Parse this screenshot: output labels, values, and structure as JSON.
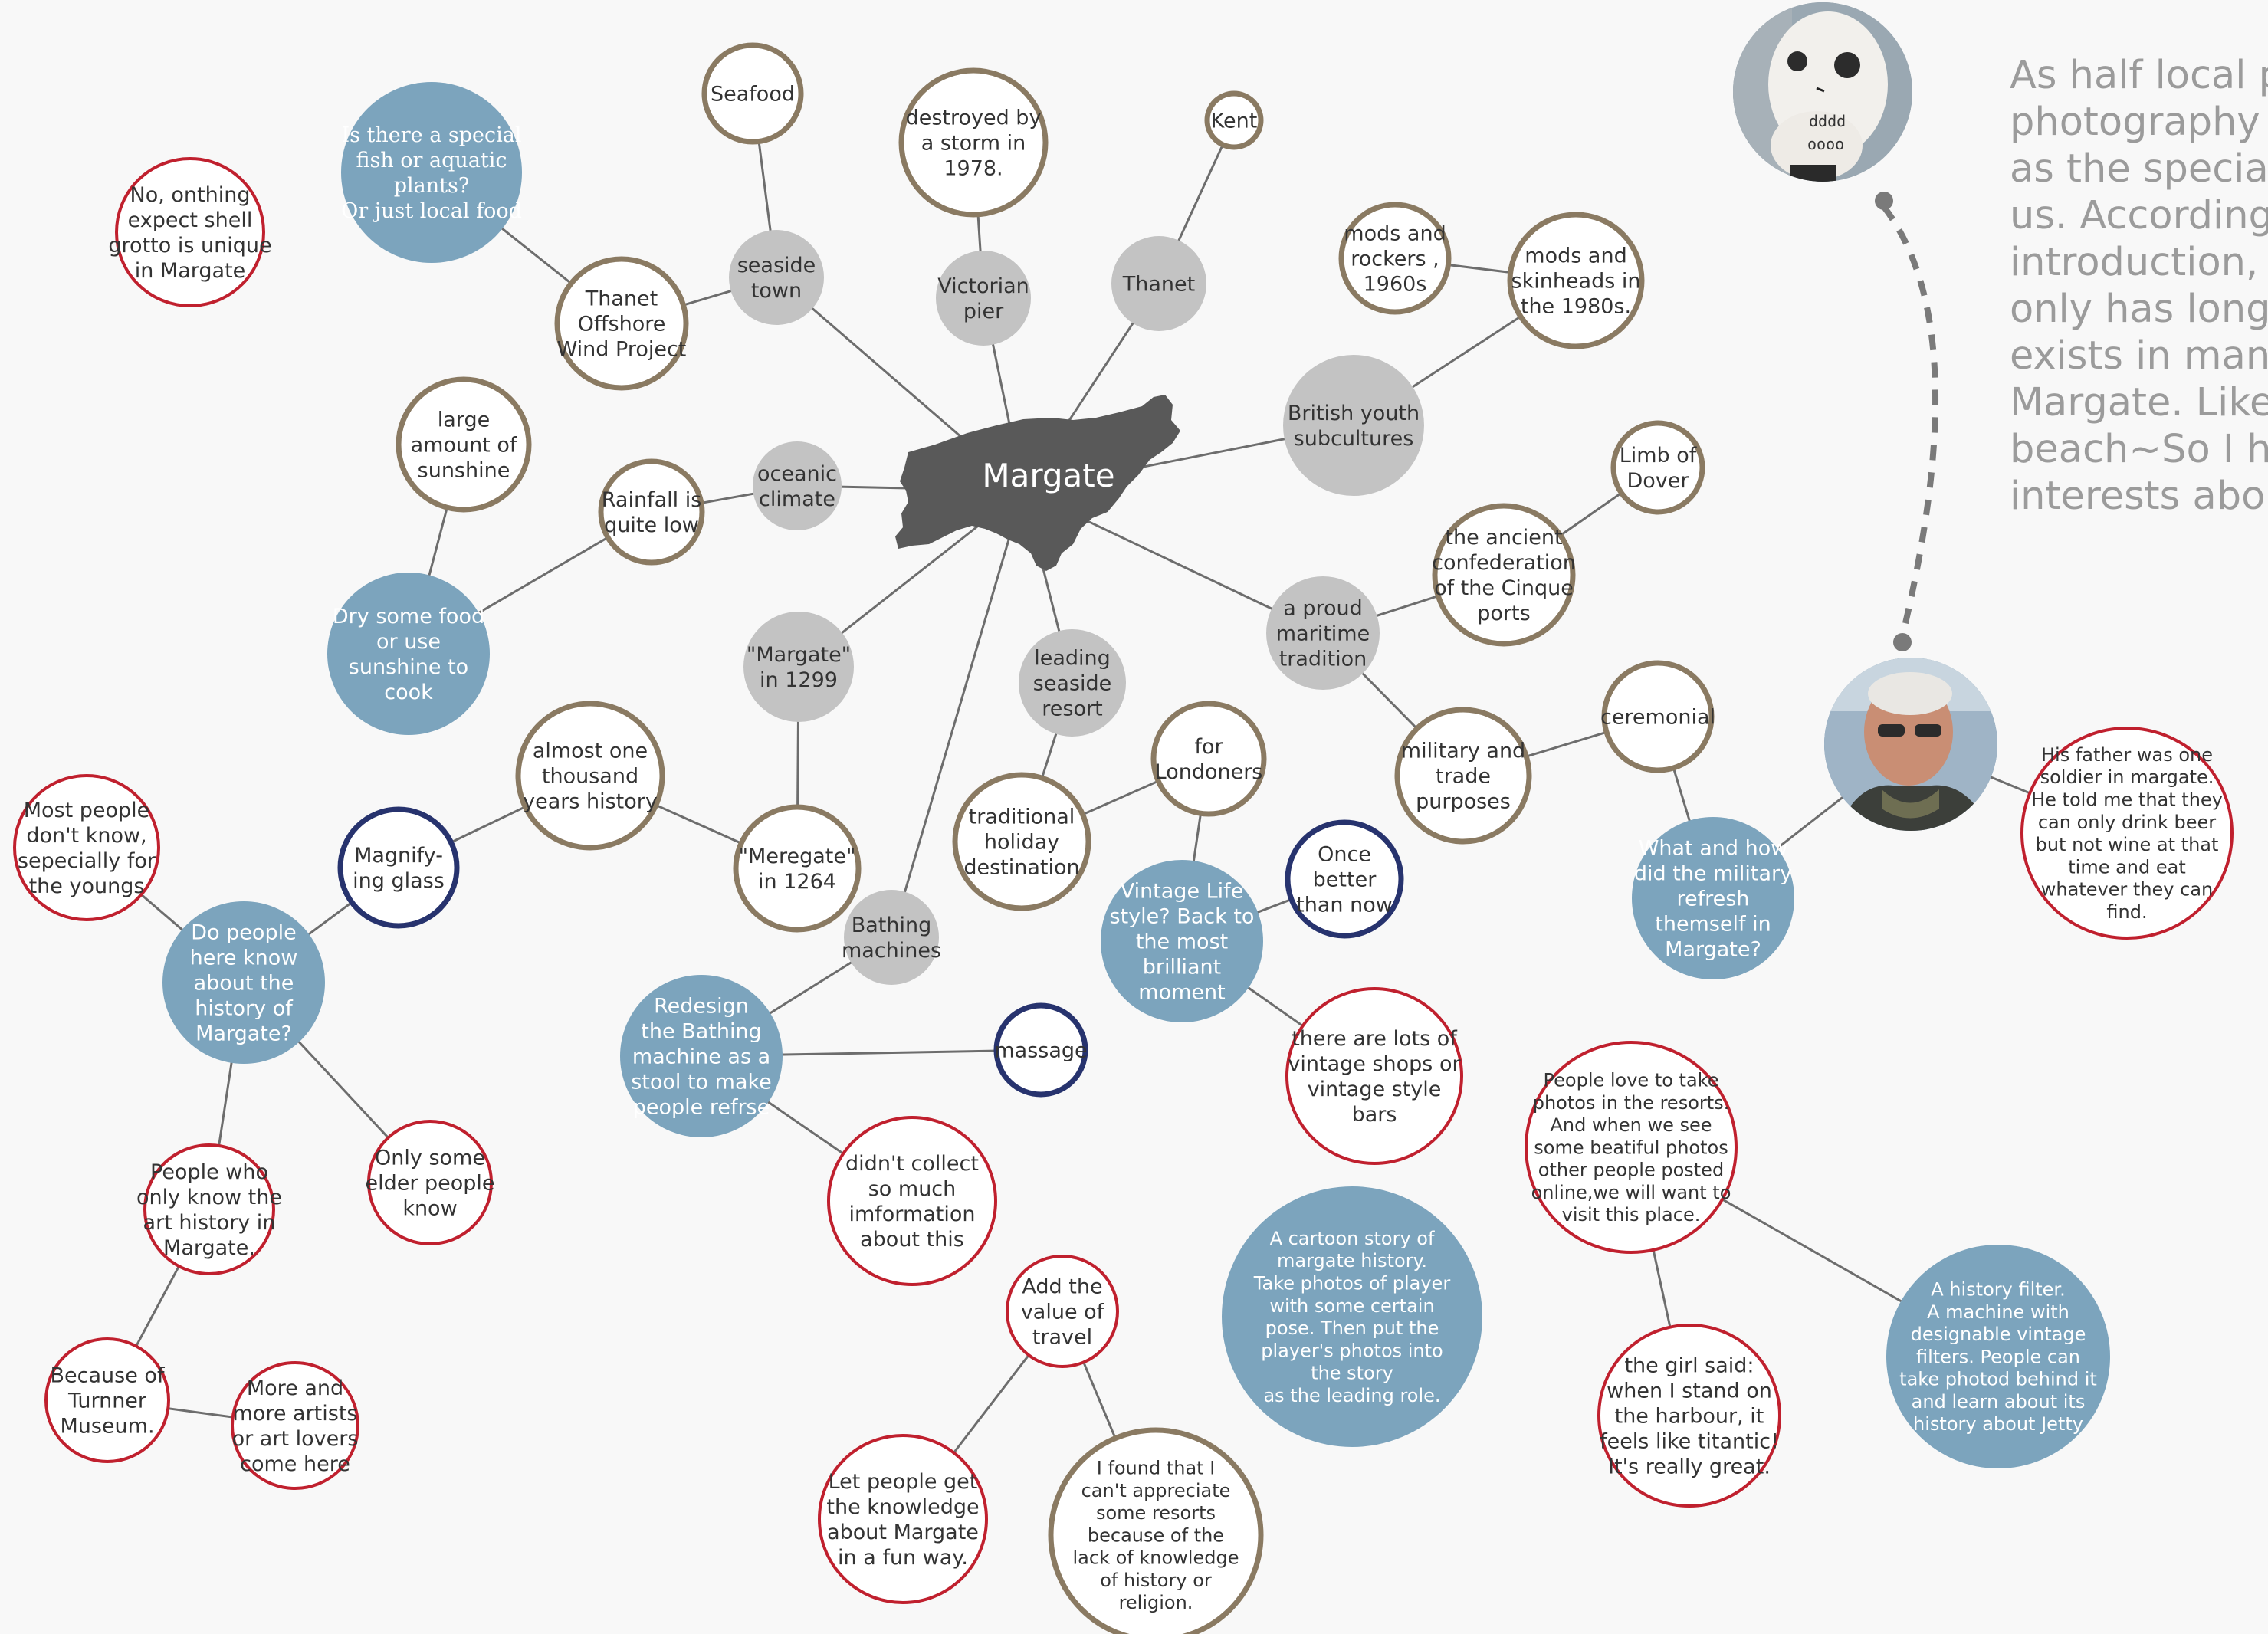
{
  "colors": {
    "background": "#f8f8f8",
    "line": "#6d6d6d",
    "grey_fill": "#c3c3c3",
    "blue_fill": "#7ca4bd",
    "tan_ring": "#8a7a62",
    "red_ring": "#c0202e",
    "navy_ring": "#27336e",
    "center_fill": "#595959"
  },
  "center": {
    "label": "Margate"
  },
  "nodes": [
    {
      "id": "seafood",
      "style": "tan",
      "text": [
        "Seafood"
      ]
    },
    {
      "id": "special_fish",
      "style": "blue",
      "serif": true,
      "text": [
        "Is there a special",
        "fish or aquatic",
        "plants?",
        "Or just  local food"
      ]
    },
    {
      "id": "no_nothing",
      "style": "red",
      "text": [
        "No, onthing",
        "expect shell",
        "grotto is unique",
        "in Margate"
      ]
    },
    {
      "id": "thanet_offshore",
      "style": "tan",
      "text": [
        "Thanet",
        "Offshore",
        "Wind Project"
      ]
    },
    {
      "id": "seaside_town",
      "style": "grey",
      "text": [
        "seaside",
        "town"
      ]
    },
    {
      "id": "destroyed",
      "style": "tan",
      "text": [
        "destroyed by",
        "a storm in",
        "1978."
      ]
    },
    {
      "id": "victorian_pier",
      "style": "grey",
      "text": [
        "Victorian",
        "pier"
      ]
    },
    {
      "id": "kent",
      "style": "tan",
      "text": [
        "Kent"
      ]
    },
    {
      "id": "thanet",
      "style": "grey",
      "text": [
        "Thanet"
      ]
    },
    {
      "id": "mods_rockers",
      "style": "tan",
      "text": [
        "mods and",
        "rockers ,",
        "1960s"
      ]
    },
    {
      "id": "mods_skinheads",
      "style": "tan",
      "text": [
        "mods and",
        "skinheads in",
        "the 1980s."
      ]
    },
    {
      "id": "british_youth",
      "style": "grey",
      "text": [
        "British youth",
        "subcultures"
      ]
    },
    {
      "id": "large_sunshine",
      "style": "tan",
      "text": [
        "large",
        "amount of",
        "sunshine"
      ]
    },
    {
      "id": "rainfall",
      "style": "tan",
      "text": [
        "Rainfall is",
        "quite low"
      ]
    },
    {
      "id": "oceanic",
      "style": "grey",
      "text": [
        "oceanic",
        "climate"
      ]
    },
    {
      "id": "dry_food",
      "style": "blue",
      "text": [
        "Dry some food",
        "or use",
        "sunshine to",
        "cook"
      ]
    },
    {
      "id": "limb_dover",
      "style": "tan",
      "text": [
        "Limb of",
        "Dover"
      ]
    },
    {
      "id": "cinque_ports",
      "style": "tan",
      "text": [
        "the ancient",
        "confederation",
        "of the Cinque",
        "ports"
      ]
    },
    {
      "id": "proud_maritime",
      "style": "grey",
      "text": [
        "a proud",
        "maritime",
        "tradition"
      ]
    },
    {
      "id": "margate_1299",
      "style": "grey",
      "text": [
        "\"Margate\"",
        "in 1299"
      ]
    },
    {
      "id": "leading_seaside",
      "style": "grey",
      "text": [
        "leading",
        "seaside",
        "resort"
      ]
    },
    {
      "id": "ceremonial",
      "style": "tan",
      "text": [
        "ceremonial"
      ]
    },
    {
      "id": "military_trade",
      "style": "tan",
      "text": [
        "military and",
        "trade",
        "purposes"
      ]
    },
    {
      "id": "thousand_years",
      "style": "tan",
      "text": [
        "almost one",
        "thousand",
        "years history"
      ]
    },
    {
      "id": "meregate",
      "style": "tan",
      "text": [
        "\"Meregate\"",
        "in 1264"
      ]
    },
    {
      "id": "for_londoners",
      "style": "tan",
      "text": [
        "for",
        "Londoners"
      ]
    },
    {
      "id": "traditional_holiday",
      "style": "tan",
      "text": [
        "traditional",
        "holiday",
        "destination"
      ]
    },
    {
      "id": "most_people",
      "style": "red",
      "text": [
        "Most people",
        "don't know,",
        "sepecially for",
        "the youngs"
      ]
    },
    {
      "id": "magnifying",
      "style": "navy",
      "text": [
        "Magnify-",
        "ing glass"
      ]
    },
    {
      "id": "once_better",
      "style": "navy",
      "text": [
        "Once",
        "better",
        "than now"
      ]
    },
    {
      "id": "vintage_life",
      "style": "blue",
      "text": [
        "Vintage Life",
        "style? Back to",
        "the most",
        "brilliant",
        "moment"
      ]
    },
    {
      "id": "military_refresh",
      "style": "blue",
      "text": [
        "What and how",
        "did the military",
        "refresh",
        "themself in",
        "Margate?"
      ]
    },
    {
      "id": "father",
      "style": "red",
      "text": [
        "His father was one",
        "soldier in margate.",
        "He told me that they",
        "can only drink beer",
        "but not wine at that",
        "time and eat",
        "whatever they can",
        "find."
      ]
    },
    {
      "id": "do_people",
      "style": "blue",
      "text": [
        "Do people",
        "here know",
        "about the",
        "history of",
        "Margate?"
      ]
    },
    {
      "id": "bathing",
      "style": "grey",
      "text": [
        "Bathing",
        "machines"
      ]
    },
    {
      "id": "redesign",
      "style": "blue",
      "text": [
        "Redesign",
        "the Bathing",
        "machine as a",
        "stool to make",
        "people refrse"
      ]
    },
    {
      "id": "massage",
      "style": "navy",
      "text": [
        "massage"
      ]
    },
    {
      "id": "vintage_shops",
      "style": "red",
      "text": [
        "there are lots of",
        "vintage shops or",
        "vintage style",
        "bars"
      ]
    },
    {
      "id": "love_photos",
      "style": "red",
      "text": [
        "People love to take",
        "photos in the resorts.",
        "And when we see",
        "some beatiful photos",
        "other people posted",
        "online,we will want to",
        "visit this place."
      ]
    },
    {
      "id": "only_elder",
      "style": "red",
      "text": [
        "Only some",
        "elder people",
        "know"
      ]
    },
    {
      "id": "art_history",
      "style": "red",
      "text": [
        "People who",
        "only know the",
        "art history in",
        "Margate."
      ]
    },
    {
      "id": "didnt_collect",
      "style": "red",
      "text": [
        "didn't collect",
        "so much",
        "imformation",
        "about this"
      ]
    },
    {
      "id": "cartoon",
      "style": "blue",
      "text": [
        "A cartoon story of",
        "margate history.",
        "Take  photos of player",
        "with some certain",
        "pose. Then put the",
        "player's photos into",
        "the story",
        "as the leading role."
      ]
    },
    {
      "id": "history_filter",
      "style": "blue",
      "text": [
        "A history filter.",
        "A machine with",
        "designable vintage",
        "filters. People can",
        "take photod behind it",
        "and learn about its",
        "history about Jetty"
      ]
    },
    {
      "id": "add_value",
      "style": "red",
      "text": [
        "Add the",
        "value of",
        "travel"
      ]
    },
    {
      "id": "girl_said",
      "style": "red",
      "text": [
        "the girl said:",
        "when I stand on",
        "the harbour, it",
        "feels like titantic!",
        "It's really great."
      ]
    },
    {
      "id": "turnner",
      "style": "red",
      "text": [
        "Because of",
        "Turnner",
        "Museum."
      ]
    },
    {
      "id": "more_artists",
      "style": "red",
      "text": [
        "More and",
        "more artists",
        "or art lovers",
        "come here"
      ]
    },
    {
      "id": "let_people",
      "style": "red",
      "text": [
        "Let people get",
        "the knowledge",
        "about Margate",
        "in a fun way."
      ]
    },
    {
      "id": "found_that",
      "style": "tan",
      "text": [
        "I found that I",
        "can't appreciate",
        "some resorts",
        "because of the",
        "lack of knowledge",
        "of history or",
        "religion."
      ]
    }
  ],
  "edges": [
    [
      "seafood",
      "seaside_town"
    ],
    [
      "special_fish",
      "thanet_offshore"
    ],
    [
      "thanet_offshore",
      "seaside_town"
    ],
    [
      "seaside_town",
      "center"
    ],
    [
      "destroyed",
      "victorian_pier"
    ],
    [
      "victorian_pier",
      "center"
    ],
    [
      "kent",
      "thanet"
    ],
    [
      "thanet",
      "center"
    ],
    [
      "mods_rockers",
      "mods_skinheads"
    ],
    [
      "mods_skinheads",
      "british_youth"
    ],
    [
      "british_youth",
      "center"
    ],
    [
      "large_sunshine",
      "dry_food"
    ],
    [
      "dry_food",
      "rainfall"
    ],
    [
      "rainfall",
      "oceanic"
    ],
    [
      "oceanic",
      "center"
    ],
    [
      "limb_dover",
      "cinque_ports"
    ],
    [
      "cinque_ports",
      "proud_maritime"
    ],
    [
      "proud_maritime",
      "center"
    ],
    [
      "proud_maritime",
      "military_trade"
    ],
    [
      "military_trade",
      "ceremonial"
    ],
    [
      "ceremonial",
      "military_refresh"
    ],
    [
      "military_refresh",
      "veteran"
    ],
    [
      "father",
      "veteran"
    ],
    [
      "margate_1299",
      "center"
    ],
    [
      "margate_1299",
      "meregate"
    ],
    [
      "meregate",
      "thousand_years"
    ],
    [
      "thousand_years",
      "magnifying"
    ],
    [
      "magnifying",
      "do_people"
    ],
    [
      "most_people",
      "do_people"
    ],
    [
      "do_people",
      "only_elder"
    ],
    [
      "do_people",
      "art_history"
    ],
    [
      "art_history",
      "turnner"
    ],
    [
      "turnner",
      "more_artists"
    ],
    [
      "leading_seaside",
      "center"
    ],
    [
      "leading_seaside",
      "traditional_holiday"
    ],
    [
      "traditional_holiday",
      "for_londoners"
    ],
    [
      "for_londoners",
      "vintage_life"
    ],
    [
      "vintage_life",
      "once_better"
    ],
    [
      "vintage_life",
      "vintage_shops"
    ],
    [
      "bathing",
      "center"
    ],
    [
      "bathing",
      "redesign"
    ],
    [
      "redesign",
      "massage"
    ],
    [
      "redesign",
      "didnt_collect"
    ],
    [
      "add_value",
      "let_people"
    ],
    [
      "add_value",
      "found_that"
    ],
    [
      "love_photos",
      "girl_said"
    ],
    [
      "love_photos",
      "history_filter"
    ]
  ],
  "avatars": [
    {
      "id": "toy_avatar",
      "icon": "toy-figure-avatar"
    },
    {
      "id": "veteran",
      "icon": "elderly-man-avatar"
    }
  ],
  "intro_text": [
    "As half local p",
    "photography i",
    "as the special",
    "us. According",
    "introduction, I",
    "only  has long",
    "exists in many",
    "Margate. Like",
    "beach~So I ha",
    "interests abou"
  ]
}
